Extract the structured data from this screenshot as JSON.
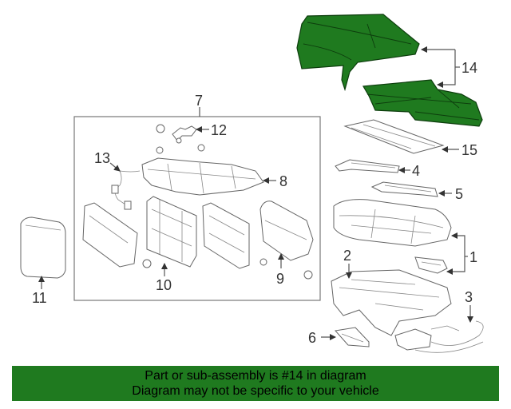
{
  "callouts": {
    "c1": "1",
    "c2": "2",
    "c3": "3",
    "c4": "4",
    "c5": "5",
    "c6": "6",
    "c7": "7",
    "c8": "8",
    "c9": "9",
    "c10": "10",
    "c11": "11",
    "c12": "12",
    "c13": "13",
    "c14": "14",
    "c15": "15"
  },
  "highlight": {
    "part": "14",
    "color": "#1f7a1f"
  },
  "banner": {
    "line1": "Part or sub-assembly is #14 in diagram",
    "line2": "Diagram may not be specific to your vehicle",
    "color": "#1f7a1f"
  }
}
